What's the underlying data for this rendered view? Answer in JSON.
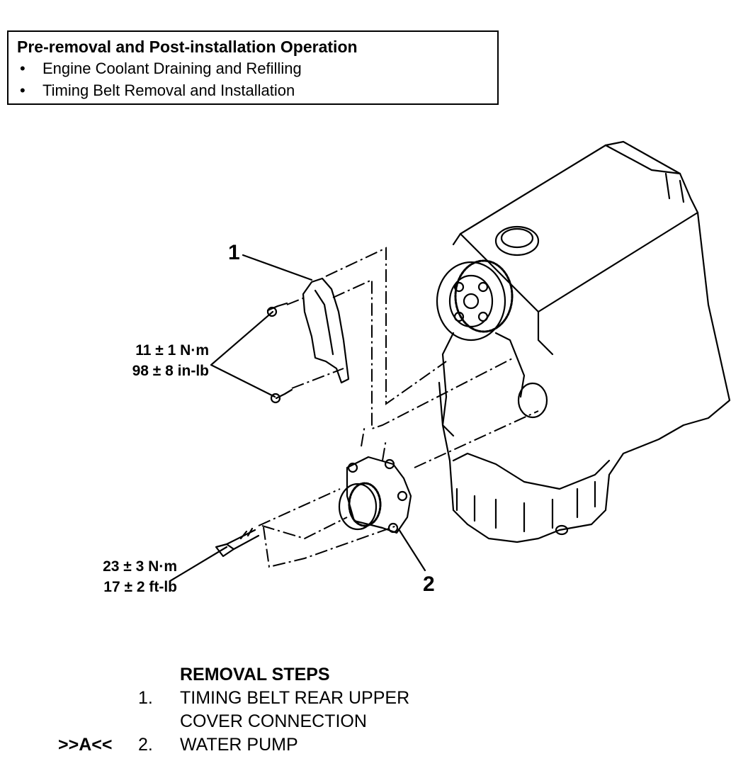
{
  "info_box": {
    "title": "Pre-removal and Post-installation Operation",
    "items": [
      "Engine Coolant Draining and Refilling",
      "Timing Belt Removal and Installation"
    ]
  },
  "callouts": {
    "part1": "1",
    "part2": "2"
  },
  "torque_specs": {
    "cover_bolts": {
      "metric": "11 ± 1 N·m",
      "imperial": "98 ± 8 in-lb"
    },
    "pump_bolt": {
      "metric": "23 ± 3 N·m",
      "imperial": "17 ± 2 ft-lb"
    }
  },
  "removal_steps": {
    "heading": "REMOVAL STEPS",
    "steps": [
      {
        "tag": "",
        "number": "1.",
        "lines": [
          "TIMING BELT REAR UPPER",
          "COVER CONNECTION"
        ]
      },
      {
        "tag": ">>A<<",
        "number": "2.",
        "lines": [
          "WATER PUMP"
        ]
      }
    ]
  }
}
